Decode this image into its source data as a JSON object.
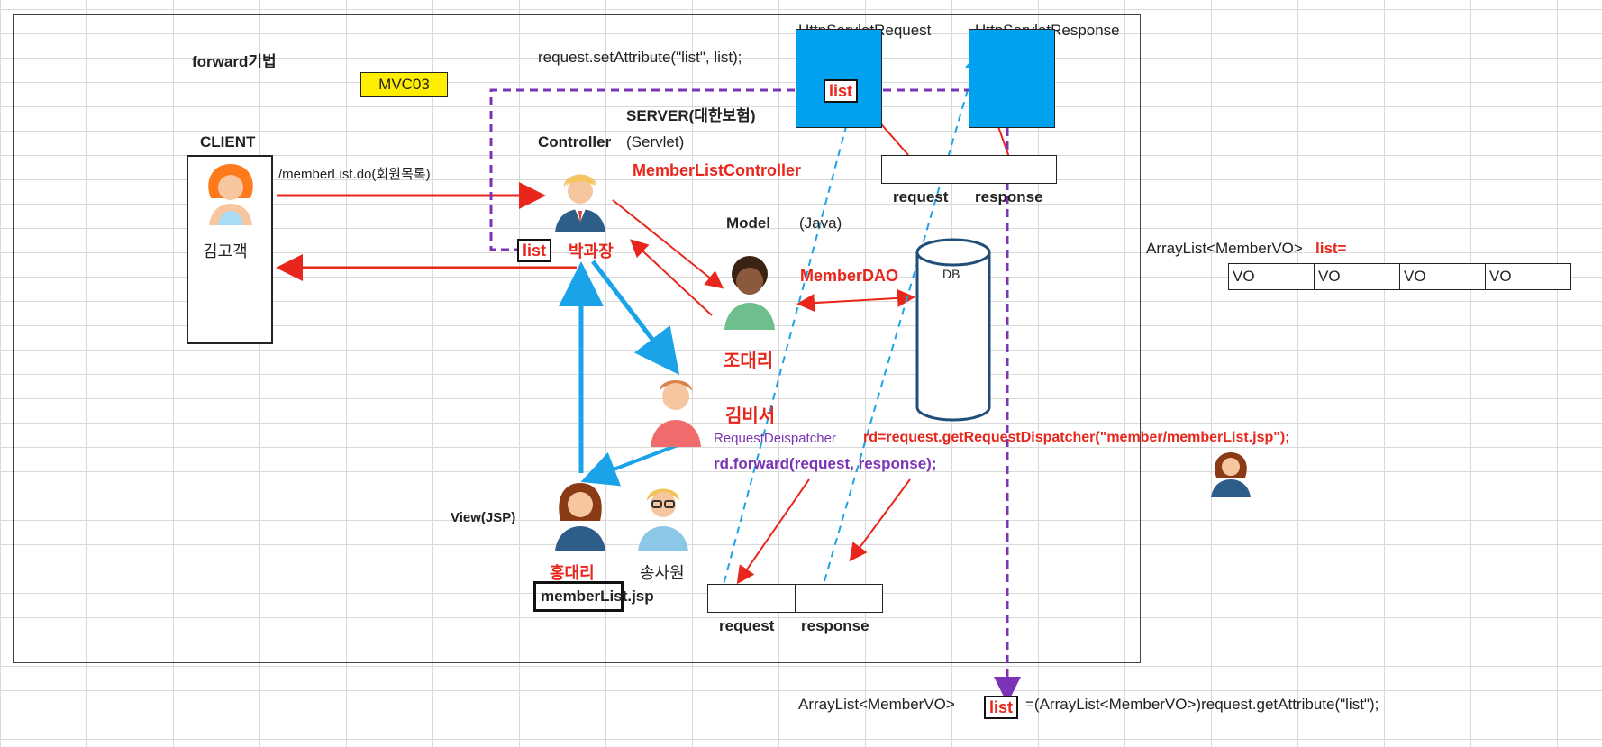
{
  "title": "forward기법",
  "badge": "MVC03",
  "client": {
    "label": "CLIENT",
    "person": "김고객",
    "request_path": "/memberList.do(회원목록)"
  },
  "server": {
    "label": "SERVER(대한보험)"
  },
  "controller": {
    "label": "Controller",
    "sublabel": "(Servlet)",
    "class_name": "MemberListController",
    "person": "박과장"
  },
  "model": {
    "label": "Model",
    "sublabel": "(Java)",
    "class_name": "MemberDAO",
    "person": "조대리",
    "db_label": "DB"
  },
  "view": {
    "label": "View(JSP)",
    "person": "홍대리",
    "coworker": "송사원",
    "file": "memberList.jsp"
  },
  "dispatcher": {
    "person": "김비서",
    "type": "RequestDeispatcher",
    "code": "rd=request.getRequestDispatcher(\"member/memberList.jsp\");",
    "forward_code": "rd.forward(request, response);"
  },
  "http": {
    "request_obj": "HttpServletRequest",
    "response_obj": "HttpServletResponse",
    "set_attribute": "request.setAttribute(\"list\", list);",
    "request_label": "request",
    "response_label": "response"
  },
  "list_tag": "list",
  "arraylist": {
    "decl": "ArrayList<MemberVO>",
    "name": "list=",
    "cells": [
      "VO",
      "VO",
      "VO",
      "VO"
    ]
  },
  "bottom_code": {
    "prefix": "ArrayList<MemberVO>",
    "suffix": "=(ArrayList<MemberVO>)request.getAttribute(\"list\");"
  },
  "colors": {
    "red": "#e8261b",
    "blue": "#1aa3e8",
    "purple": "#7a34b5",
    "yellow": "#ffee00",
    "box_blue": "#00a2f0"
  }
}
